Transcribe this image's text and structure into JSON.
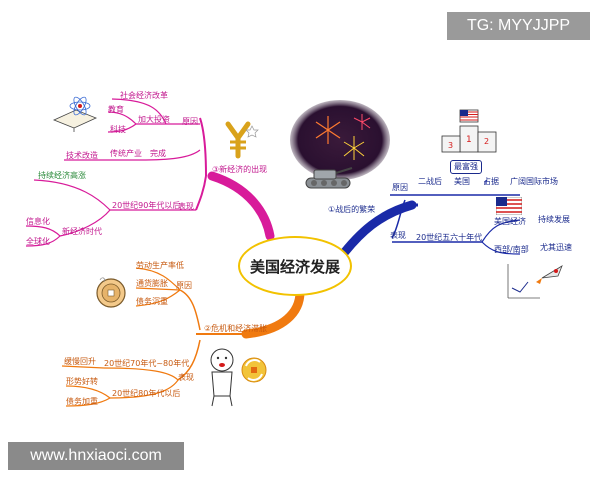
{
  "watermark_top": "TG: MYYJJPP",
  "watermark_bottom": "www.hnxiaoci.com",
  "center": "美国经济发展",
  "branch1": {
    "title": "①战后的繁荣",
    "reason": {
      "label": "原因",
      "items": [
        "二战后",
        "美国",
        "占据",
        "广阔国际市场"
      ],
      "badge": "最富强"
    },
    "performance": {
      "label": "表现",
      "period": "20世纪五六十年代",
      "items": [
        "美国经济",
        "持续发展",
        "西部/南部",
        "尤其迅速"
      ]
    }
  },
  "branch2": {
    "title": "③新经济的出现",
    "reason": {
      "label": "原因",
      "items": [
        "社会经济改革",
        "教育",
        "加大投资",
        "科技",
        "技术改造",
        "传统产业",
        "完成"
      ]
    },
    "performance": {
      "label": "表现",
      "period": "20世纪90年代以后",
      "items": [
        "持续经济高涨",
        "信息化",
        "全球化",
        "新经济时代"
      ]
    }
  },
  "branch3": {
    "title": "②危机和经济滞胀",
    "reason": {
      "label": "原因",
      "items": [
        "劳动生产率低",
        "通货膨胀",
        "债务沉重"
      ]
    },
    "performance": {
      "label": "表现",
      "items": [
        "缓慢回升",
        "20世纪70年代~80年代",
        "形势好转",
        "20世纪80年代以后",
        "债务加重"
      ]
    }
  }
}
